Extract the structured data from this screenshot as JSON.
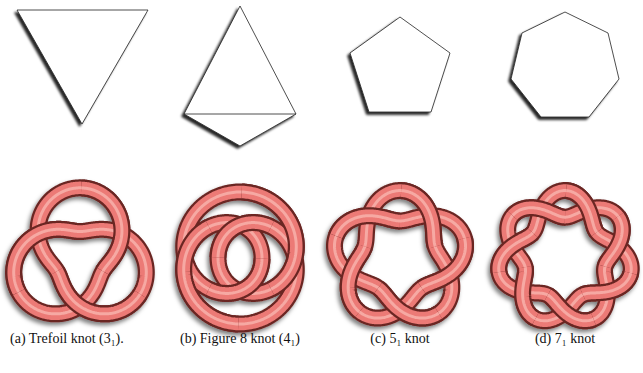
{
  "diagram": {
    "labels": [
      "(a) Trefoil knot (3₁).",
      "(b) Figure 8 knot (4₁)",
      "(c) 5₁ knot",
      "(d) 7₁ knot"
    ]
  }
}
